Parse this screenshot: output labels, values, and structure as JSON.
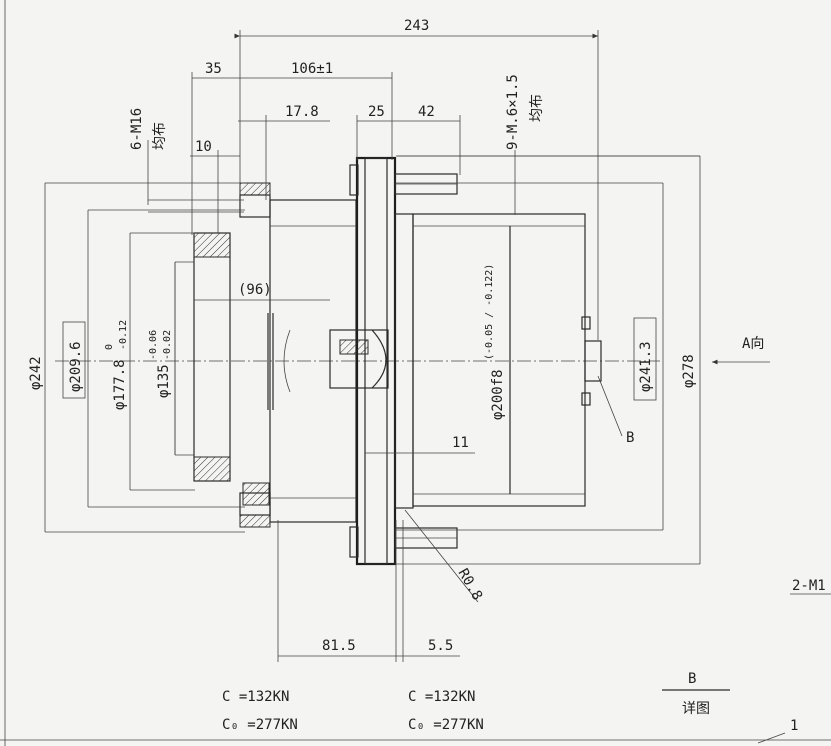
{
  "dimensions": {
    "overall_length": "243",
    "flange_offset": "35",
    "body_length": "106±1",
    "bolt_spec": "6-M16",
    "bolt_pattern": "均布",
    "flange_depth": "17.8",
    "flange_width": "25",
    "stud_length": "42",
    "hole_spec": "9-M.6×1.5",
    "hole_pattern": "均布",
    "bolt_depth": "10",
    "dia_242": "φ242",
    "dia_209": "φ209.6",
    "dia_177": "φ177.8",
    "dia_177_tol_upper": "0",
    "dia_177_tol_lower": "-0.12",
    "dia_135": "φ135",
    "dia_135_tol_upper": "-0.06",
    "dia_135_tol_lower": "-0.02",
    "ref_96": "(96)",
    "dia_200": "φ200f8",
    "dia_200_tol": "(-0.05 / -0.122)",
    "dim_11": "11",
    "dia_241": "φ241.3",
    "dia_278": "φ278",
    "view_a": "A向",
    "detail_b_ref": "B",
    "radius": "R0.8",
    "len_81": "81.5",
    "len_5": "5.5",
    "side_note": "2-M1"
  },
  "loads": [
    {
      "c": "C =132KN",
      "c0": "C₀ =277KN"
    },
    {
      "c": "C =132KN",
      "c0": "C₀ =277KN"
    }
  ],
  "detail": {
    "label": "B",
    "caption": "详图"
  },
  "corner_mark": "1"
}
